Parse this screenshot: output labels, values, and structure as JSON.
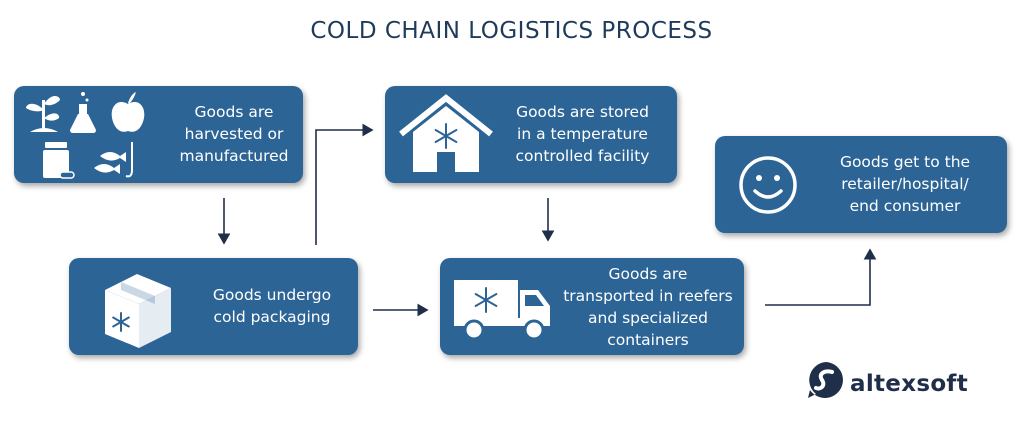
{
  "title": "COLD CHAIN LOGISTICS PROCESS",
  "colors": {
    "box": "#2c6496",
    "title": "#1f3b5c",
    "arrow": "#1f2f4a"
  },
  "steps": [
    {
      "id": "harvested",
      "label": "Goods are\nharvested or\nmanufactured",
      "icons": [
        "plant-icon",
        "flask-icon",
        "apple-icon",
        "pill-bottle-icon",
        "fish-hook-icon"
      ]
    },
    {
      "id": "stored",
      "label": "Goods are stored\nin a temperature\ncontrolled facility",
      "icons": [
        "warehouse-snowflake-icon"
      ]
    },
    {
      "id": "consumer",
      "label": "Goods get to the\nretailer/hospital/\nend consumer",
      "icons": [
        "smiley-icon"
      ]
    },
    {
      "id": "packaging",
      "label": "Goods undergo\ncold packaging",
      "icons": [
        "box-snowflake-icon"
      ]
    },
    {
      "id": "transported",
      "label": "Goods are\ntransported in reefers\nand specialized\ncontainers",
      "icons": [
        "truck-snowflake-icon"
      ]
    }
  ],
  "logo": {
    "text": "altexsoft",
    "icon": "altexsoft-logo-icon"
  }
}
